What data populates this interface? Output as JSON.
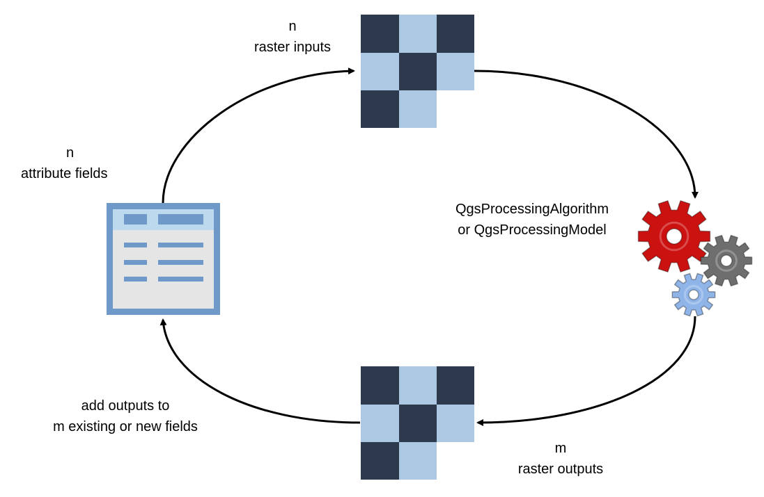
{
  "labels": {
    "raster_inputs": {
      "line1": "n",
      "line2": "raster inputs"
    },
    "attribute_fields": {
      "line1": "n",
      "line2": "attribute fields"
    },
    "algorithm": {
      "line1": "QgsProcessingAlgorithm",
      "line2": "or QgsProcessingModel"
    },
    "raster_outputs": {
      "line1": "m",
      "line2": "raster outputs"
    },
    "add_outputs": {
      "line1": "add outputs to",
      "line2": "m existing or new fields"
    }
  },
  "icons": {
    "raster_input": "raster-grid-icon",
    "raster_output": "raster-grid-icon",
    "attribute_table": "attribute-table-icon",
    "processing": "gears-icon"
  },
  "colors": {
    "raster_dark": "#2d3a4e",
    "raster_light": "#adc8e2",
    "table_frame": "#6f99c9",
    "table_header": "#bdd9ee",
    "table_body": "#e5e5e5",
    "table_bars": "#6f99c9",
    "gear_red": "#cc1111",
    "gear_gray": "#6e6e6e",
    "gear_blue": "#8fb4e8",
    "arrows": "#000000"
  }
}
